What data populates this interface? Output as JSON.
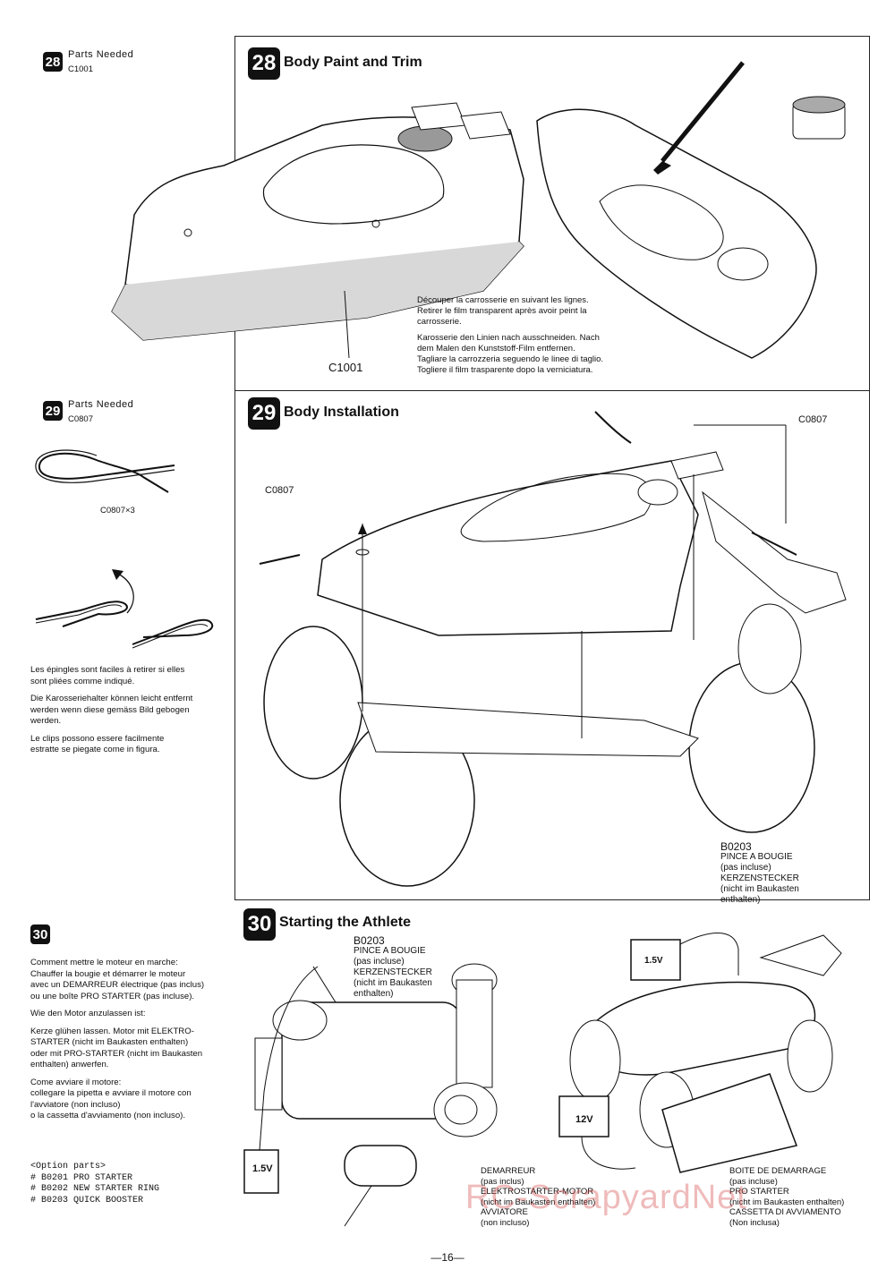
{
  "left": {
    "s28": {
      "num": "28",
      "title": "Parts Needed",
      "code": "C1001"
    },
    "s29": {
      "num": "29",
      "title": "Parts Needed",
      "code": "C0807",
      "qty": "C0807×3",
      "notes": [
        [
          "Les épingles sont faciles à retirer si elles",
          "sont pliées comme indiqué."
        ],
        [
          "Die Karosseriehalter können leicht entfernt",
          "werden wenn diese gemäss Bild gebogen",
          "werden."
        ],
        [
          "Le clips possono essere facilmente",
          "estratte se piegate come in figura."
        ]
      ]
    },
    "s30": {
      "num": "30",
      "notes": [
        [
          "Comment mettre le moteur en marche:",
          "Chauffer la bougie et démarrer le moteur",
          "avec  un DEMARREUR électrique (pas inclus)",
          "ou une boîte  PRO STARTER (pas incluse)."
        ],
        [
          "Wie den Motor anzulassen ist:"
        ],
        [
          "Kerze glühen lassen. Motor mit ELEKTRO-",
          "STARTER (nicht im Baukasten enthalten)",
          "oder mit PRO-STARTER (nicht im Baukasten",
          "enthalten) anwerfen."
        ],
        [
          "Come avviare il motore:",
          "collegare la pipetta e avviare il motore con",
          "l'avviatore (non incluso)",
          "o la cassetta d'avviamento (non incluso)."
        ]
      ],
      "option_title": "<Option parts>",
      "options": [
        "# B0201  PRO STARTER",
        "# B0202  NEW STARTER RING",
        "# B0203  QUICK BOOSTER"
      ]
    }
  },
  "right": {
    "s28": {
      "num": "28",
      "title": "Body Paint and Trim",
      "part_label": "C1001",
      "caption": [
        "Découper la carrosserie en suivant les lignes.",
        "Retirer le film transparent après avoir peint la",
        "carrosserie.",
        "Karosserie den Linien nach ausschneiden. Nach",
        "dem Malen den Kunststoff-Film  entfernen.",
        "Tagliare la carrozzeria seguendo le linee  di taglio.",
        "Togliere il film trasparente dopo  la verniciatura."
      ]
    },
    "s29": {
      "num": "29",
      "title": "Body Installation",
      "label_left": "C0807",
      "label_right": "C0807"
    },
    "s30": {
      "num": "30",
      "title": "Starting the Athlete",
      "glow_left": [
        "B0203",
        "PINCE A BOUGIE",
        "(pas incluse)",
        "KERZENSTECKER",
        "(nicht im Baukasten",
        "enthalten)"
      ],
      "glow_right": [
        "B0203",
        "PINCE A BOUGIE",
        "(pas incluse)",
        "KERZENSTECKER",
        "(nicht im Baukasten",
        "enthalten)"
      ],
      "starter": [
        "DEMARREUR",
        "(pas inclus)",
        "ELEKTROSTARTER-MOTOR",
        "(nicht im Baukasten enthalten)",
        "AVVIATORE",
        "(non incluso)"
      ],
      "starter_box": [
        "BOITE DE DEMARRAGE",
        "(pas incluse)",
        "PRO STARTER",
        "(nicht im Baukasten enthalten)",
        "CASSETTA DI AVVIAMENTO",
        "(Non inclusa)"
      ],
      "battery_left": "1.5V",
      "battery_right": "12V",
      "battery_top": "1.5V"
    }
  },
  "page_number": "—16—",
  "watermark": "RC-ScrapyardNet"
}
